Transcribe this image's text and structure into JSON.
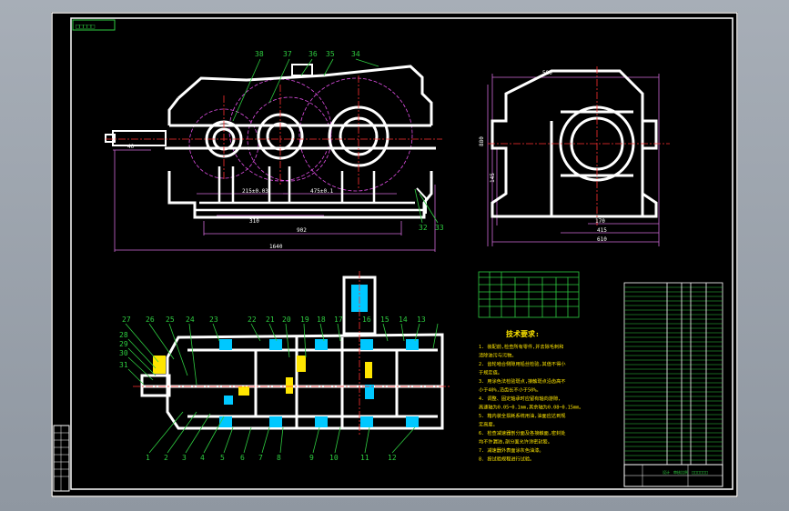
{
  "drawing": {
    "border_tag": "□□□□□",
    "elevation_view": {
      "top_callouts": [
        "38",
        "37",
        "36",
        "35",
        "34"
      ],
      "right_callouts": [
        "32",
        "33"
      ],
      "center_distances": [
        "215±0.03",
        "475±0.1"
      ],
      "base_dims": [
        "310",
        "902"
      ],
      "overall_length": "1640",
      "left_dim": "40"
    },
    "side_view": {
      "width_top": "580",
      "height_left": "880",
      "height_inner": "145",
      "base_dims": [
        "170",
        "415",
        "610"
      ]
    },
    "plan_view": {
      "top_callouts": [
        "27",
        "26",
        "25",
        "24",
        "23",
        "22",
        "21",
        "20",
        "19",
        "18",
        "17",
        "16",
        "15",
        "14",
        "13"
      ],
      "left_callouts": [
        "28",
        "29",
        "30",
        "31"
      ],
      "bottom_callouts": [
        "1",
        "2",
        "3",
        "4",
        "5",
        "6",
        "7",
        "8",
        "9",
        "10",
        "11",
        "12"
      ]
    },
    "technical_requirements": {
      "title": "技术要求:",
      "items": [
        "1. 装配前,检查所有零件,并去除毛刺和",
        "清除油污与污物。",
        "2. 齿轮啮合侧隙用铅丝检验,其值不得小",
        "于规定值。",
        "3. 用涂色法检验斑点,接触斑点沿齿高不",
        "小于40%,沿齿长不小于50%。",
        "4. 调整、固定轴承时应留有轴向游隙,",
        "高速轴为0.05~0.1mm,其余轴为0.08~0.15mm。",
        "5. 箱内装全损耗系统用油,油面应达到规",
        "定高度。",
        "6. 检查减速器剖分面及各接触面,密封处",
        "均不许漏油,剖分面允许涂密封胶。",
        "7. 减速器外表面涂灰色油漆。",
        "8. 按试验规程进行试验。"
      ]
    },
    "title_block": {
      "labels": [
        "设计",
        "审核",
        "比例"
      ],
      "name_cells": [
        "□□□□□□"
      ]
    }
  }
}
